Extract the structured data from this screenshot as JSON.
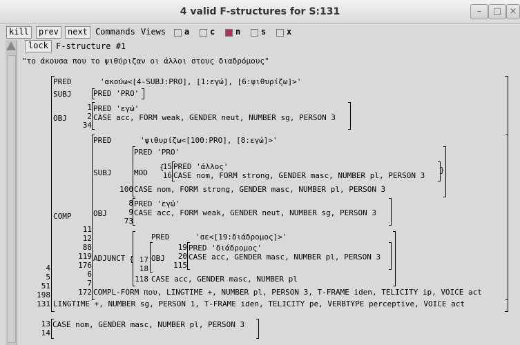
{
  "window": {
    "title": "4 valid F-structures for S:131"
  },
  "toolbar": {
    "kill": "kill",
    "prev": "prev",
    "next": "next",
    "commands": "Commands",
    "views": "Views",
    "checks": [
      {
        "label": "a",
        "checked": false
      },
      {
        "label": "c",
        "checked": false
      },
      {
        "label": "n",
        "checked": true
      },
      {
        "label": "s",
        "checked": false
      },
      {
        "label": "x",
        "checked": false
      }
    ]
  },
  "panel": {
    "lock": "lock",
    "name": "F-structure #1"
  },
  "sentence": "\"το άκουσα που το ψιθύριζαν οι άλλοι στους διαδρόμους\"",
  "fs": {
    "pred_attr": "PRED",
    "pred_val": "'ακούω<[4-SUBJ:PRO], [1:εγώ], [6:ψιθυρίζω]>'",
    "subj_attr": "SUBJ",
    "subj_val": "PRED 'PRO'",
    "obj_attr": "OBJ",
    "obj_ids": [
      "1",
      "2",
      "34"
    ],
    "obj_pred": "PRED 'εγώ'",
    "obj_case": "CASE acc, FORM weak, GENDER neut, NUMBER sg, PERSON 3",
    "comp_attr": "COMP",
    "comp_pred_attr": "PRED",
    "comp_pred_val": "'ψιθυρίζω<[100:PRO], [8:εγώ]>'",
    "comp_subj_attr": "SUBJ",
    "comp_subj_pred": "PRED 'PRO'",
    "mod_attr": "MOD",
    "mod_ids": [
      "15",
      "16"
    ],
    "mod_pred": "PRED 'άλλος'",
    "mod_case": "CASE nom, FORM strong, GENDER masc, NUMBER pl, PERSON 3",
    "comp_subj_id": "100",
    "comp_subj_case": "CASE nom, FORM strong, GENDER masc, NUMBER pl, PERSON 3",
    "comp_obj_attr": "OBJ",
    "comp_obj_ids": [
      "8",
      "9",
      "73"
    ],
    "comp_obj_pred": "PRED 'εγώ'",
    "comp_obj_case": "CASE acc, FORM weak, GENDER neut, NUMBER sg, PERSON 3",
    "adjunct_attr": "ADJUNCT",
    "adjunct_ids": [
      "11",
      "12",
      "88",
      "119",
      "176",
      "6",
      "7",
      "172"
    ],
    "adj_pred_attr": "PRED",
    "adj_pred_val": "'σε<[19:διάδρομος]>'",
    "adj_obj_attr": "OBJ",
    "adj_obj_outer_ids": [
      "17",
      "18"
    ],
    "adj_obj_ids": [
      "19",
      "20",
      "115"
    ],
    "adj_obj_pred": "PRED 'διάδρομος'",
    "adj_obj_case": "CASE acc, GENDER masc, NUMBER pl, PERSON 3",
    "adj_case_id": "118",
    "adj_case": "CASE acc, GENDER masc, NUMBER pl",
    "outer_ids": [
      "4",
      "5",
      "51",
      "198",
      "131"
    ],
    "compl_line": "COMPL-FORM που, LINGTIME +, NUMBER pl, PERSON 3, T-FRAME iden, TELICITY ip, VOICE act",
    "ling_line": "LINGTIME +, NUMBER sg, PERSON 1, T-FRAME iden, TELICITY pe, VERBTYPE perceptive, VOICE act",
    "extra_ids": [
      "13",
      "14"
    ],
    "extra_case": "CASE nom, GENDER masc, NUMBER pl, PERSON 3"
  }
}
